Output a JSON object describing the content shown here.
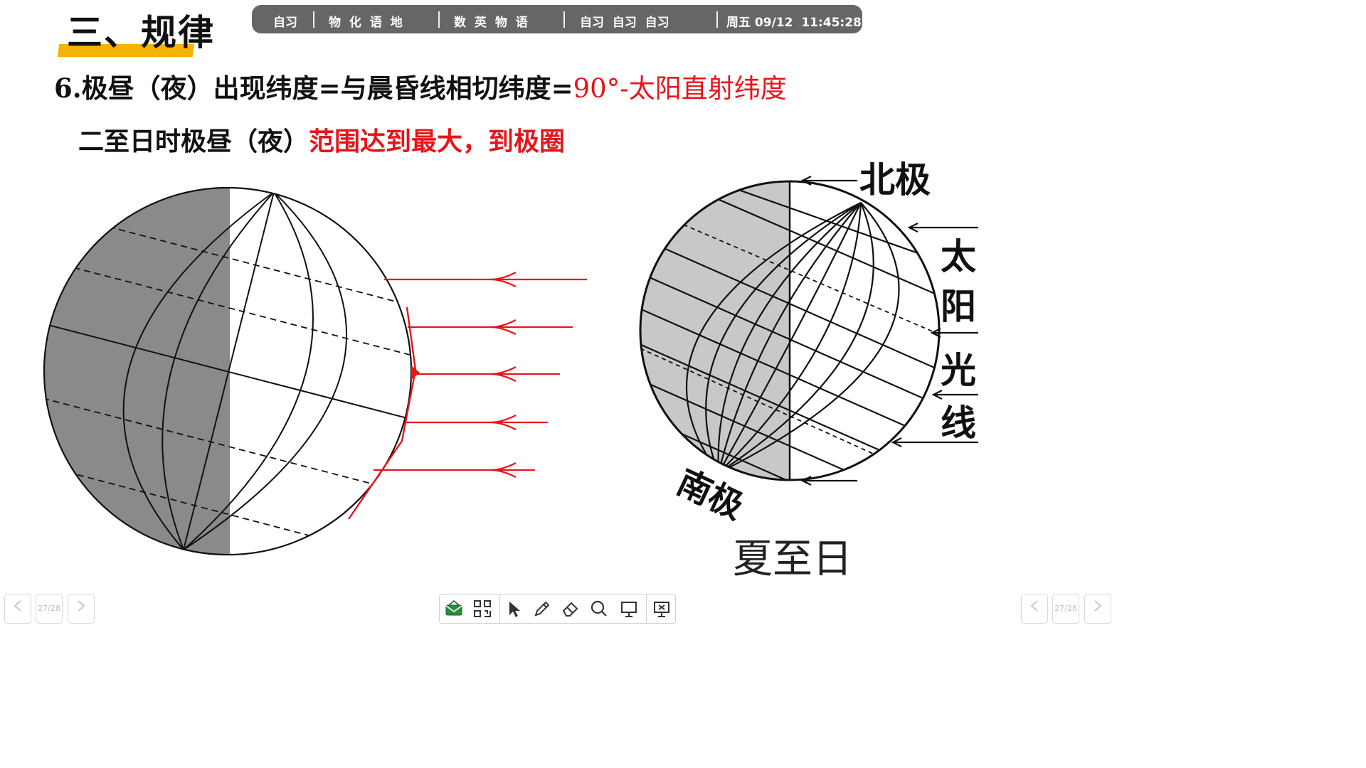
{
  "header": {
    "title": "三、规律"
  },
  "schedule_bar": {
    "items": [
      "自习",
      "物 化 语 地",
      "数 英 物 语",
      "自习  自习  自习",
      "周五 09/12  11:45:28"
    ]
  },
  "content": {
    "rule_prefix": "6.极昼（夜）出现纬度=与晨昏线相切纬度=",
    "rule_emphasis": "90°-太阳直射纬度",
    "note_prefix": "二至日时极昼（夜）",
    "note_emphasis": "范围达到最大，到极圈"
  },
  "figure_right": {
    "north_pole_label": "北极",
    "south_pole_label": "南极",
    "sunlight_label": [
      "太",
      "阳",
      "光",
      "线"
    ],
    "caption": "夏至日"
  },
  "navigation": {
    "page_indicator": "27/28"
  },
  "toolbar": {
    "icons": [
      "mail-icon",
      "qr-code-icon",
      "pointer-icon",
      "pen-icon",
      "eraser-icon",
      "magnifier-icon",
      "presentation-icon",
      "exit-presentation-icon"
    ]
  },
  "colors": {
    "accent_yellow": "#f5b400",
    "emphasis_red": "#e8141a",
    "night_gray": "#8a8a8a",
    "schedule_bg": "#666666"
  }
}
